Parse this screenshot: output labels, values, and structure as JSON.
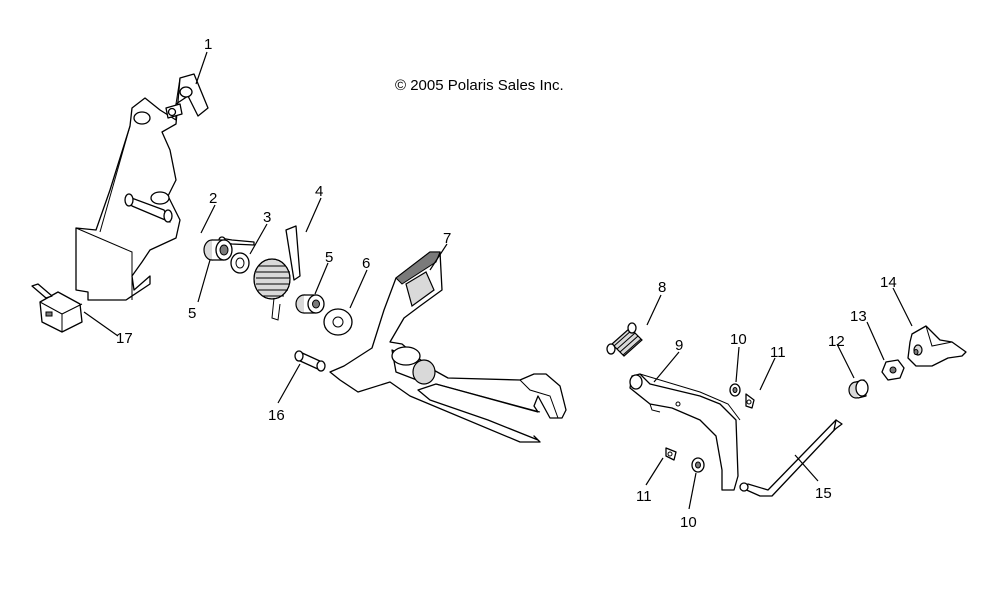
{
  "copyright": "© 2005 Polaris Sales Inc.",
  "callouts": {
    "c1": "1",
    "c2": "2",
    "c3": "3",
    "c4": "4",
    "c5a": "5",
    "c5b": "5",
    "c6": "6",
    "c7": "7",
    "c8": "8",
    "c9": "9",
    "c10a": "10",
    "c10b": "10",
    "c11a": "11",
    "c11b": "11",
    "c12": "12",
    "c13": "13",
    "c14": "14",
    "c15": "15",
    "c16": "16",
    "c17": "17"
  }
}
